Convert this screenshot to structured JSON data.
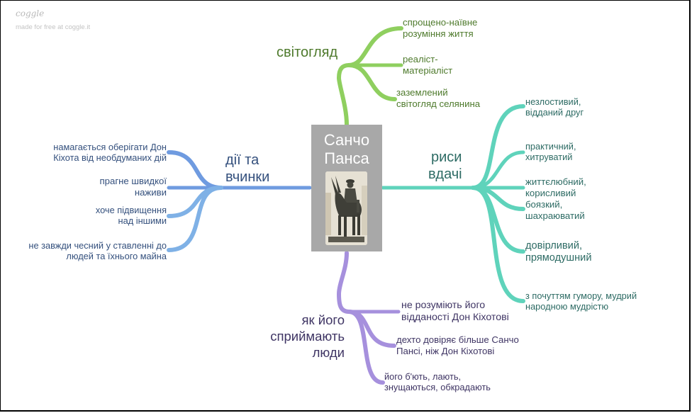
{
  "watermark": {
    "logo": "coggle",
    "text": "made for free at coggle.it"
  },
  "colors": {
    "green": "#8fcf5f",
    "teal": "#5fd3bb",
    "blue": "#6f9be0",
    "blue_light": "#7fb1e6",
    "purple": "#a690dd",
    "center_bg": "#a8a8a8"
  },
  "center": {
    "title_line1": "Санчо",
    "title_line2": "Панса",
    "image_alt": "statue-of-sancho-panza-on-donkey"
  },
  "branches": {
    "worldview": {
      "label": "світогляд",
      "children": [
        {
          "line1": "спрощено-наївне",
          "line2": "розуміння життя"
        },
        {
          "line1": "реаліст-",
          "line2": "матеріаліст"
        },
        {
          "line1": "заземлений",
          "line2": "світогляд селянина"
        }
      ]
    },
    "traits": {
      "label_line1": "риси",
      "label_line2": "вдачі",
      "children": [
        {
          "line1": "незлостивий,",
          "line2": "відданий друг"
        },
        {
          "line1": "практичний,",
          "line2": "хитруватий"
        },
        {
          "line1": "життєлюбний,",
          "line2": "корисливий"
        },
        {
          "line1": "боязкий,",
          "line2": "шахраюватий"
        },
        {
          "line1": "довірливий,",
          "line2": "прямодушний"
        },
        {
          "line1": "з почуттям гумору, мудрий",
          "line2": "народною мудрістю"
        }
      ]
    },
    "actions": {
      "label_line1": "дії та",
      "label_line2": "вчинки",
      "children": [
        {
          "line1": "намагається оберігати Дон",
          "line2": "Кіхота від необдуманих дій"
        },
        {
          "line1": "прагне швидкої",
          "line2": "наживи"
        },
        {
          "line1": "хоче підвищення",
          "line2": "над іншими"
        },
        {
          "line1": "не завжди чесний у ставленні до",
          "line2": "людей та їхнього майна"
        }
      ]
    },
    "perception": {
      "label_line1": "як його",
      "label_line2": "сприймають",
      "label_line3": "люди",
      "children": [
        {
          "line1": "не розуміють його",
          "line2": "відданості Дон Кіхотові"
        },
        {
          "line1": "дехто довіряє більше Санчо",
          "line2": "Пансі, ніж Дон Кіхотові"
        },
        {
          "line1": "його б'ють, лають,",
          "line2": "знущаються, обкрадають"
        }
      ]
    }
  }
}
